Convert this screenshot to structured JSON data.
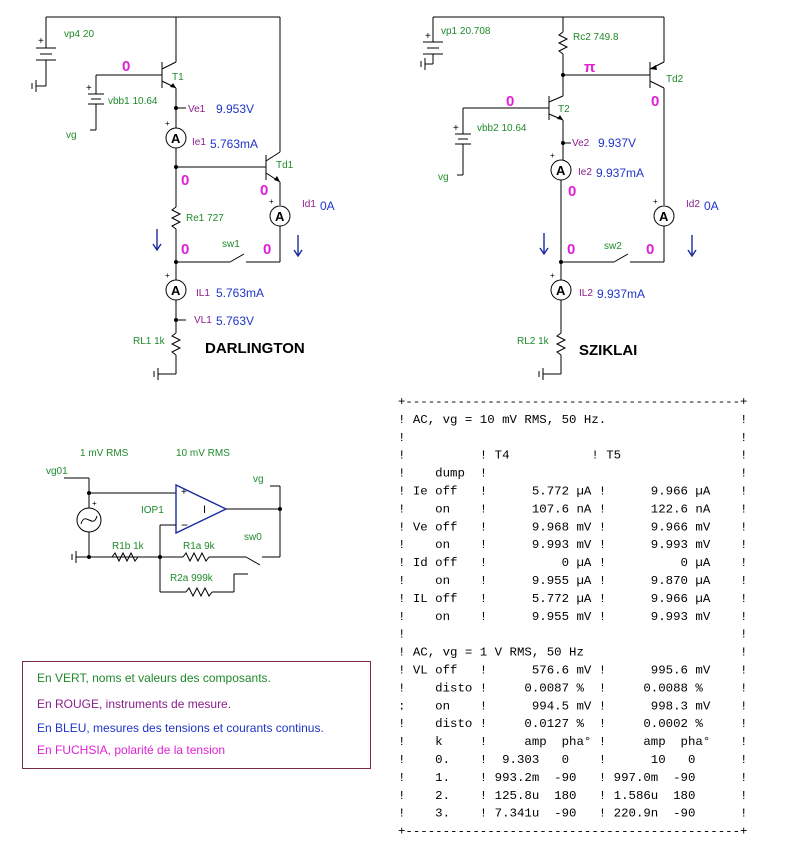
{
  "darlington": {
    "title": "DARLINGTON",
    "vp4": "vp4 20",
    "vbb1": "vbb1 10.64",
    "t1": "T1",
    "td1": "Td1",
    "vg": "vg",
    "ve1_name": "Ve1",
    "ve1_value": "9.953V",
    "ie1_name": "Ie1",
    "ie1_value": "5.763mA",
    "re1": "Re1 727",
    "id1_name": "Id1",
    "id1_value": "0A",
    "sw1": "sw1",
    "il1_name": "IL1",
    "il1_value": "5.763mA",
    "vl1_name": "VL1",
    "vl1_value": "5.763V",
    "rl1": "RL1 1k",
    "pol_base": "0",
    "pol_emitter": "0",
    "pol_td_emitter": "0",
    "pol_low_left": "0",
    "pol_low_right": "0"
  },
  "sziklai": {
    "title": "SZIKLAI",
    "vp1": "vp1 20.708",
    "rc2": "Rc2 749.8",
    "pi": "π",
    "td2": "Td2",
    "t2": "T2",
    "vbb2": "vbb2 10.64",
    "vg": "vg",
    "ve2_name": "Ve2",
    "ve2_value": "9.937V",
    "ie2_name": "Ie2",
    "ie2_value": "9.937mA",
    "id2_name": "Id2",
    "id2_value": "0A",
    "sw2": "sw2",
    "il2_name": "IL2",
    "il2_value": "9.937mA",
    "rl2": "RL2 1k",
    "pol_base": "0",
    "pol_td2": "0",
    "pol_emitter": "0",
    "pol_low_left": "0",
    "pol_low_right": "0"
  },
  "generator": {
    "vg01": "vg01",
    "mv1": "1 mV RMS",
    "mv10": "10 mV RMS",
    "vg": "vg",
    "iop1": "IOP1",
    "r1b": "R1b 1k",
    "r1a": "R1a 9k",
    "sw0": "sw0",
    "r2a": "R2a 999k"
  },
  "legend": [
    {
      "text": "En VERT, noms et valeurs des composants.",
      "color": "#1f8a2a"
    },
    {
      "text": "En ROUGE,  instruments de mesure.",
      "color": "#8b1c8b"
    },
    {
      "text": "En BLEU, mesures des tensions et courants continus.",
      "color": "#1f35c8"
    },
    {
      "text": "En FUCHSIA, polarité de la tension",
      "color": "#e020d8"
    }
  ],
  "table": {
    "lines": [
      "+---------------------------------------------+",
      "! AC, vg = 10 mV RMS, 50 Hz.                  !",
      "!                                             !",
      "!          ! T4           ! T5                !",
      "!    dump  !                                  !",
      "! Ie off   !      5.772 µA !      9.966 µA    !",
      "!    on    !      107.6 nA !      122.6 nA    !",
      "! Ve off   !      9.968 mV !      9.966 mV    !",
      "!    on    !      9.993 mV !      9.993 mV    !",
      "! Id off   !          0 µA !          0 µA    !",
      "!    on    !      9.955 µA !      9.870 µA    !",
      "! IL off   !      5.772 µA !      9.966 µA    !",
      "!    on    !      9.955 mV !      9.993 mV    !",
      "!                                             !",
      "! AC, vg = 1 V RMS, 50 Hz                     !",
      "! VL off   !      576.6 mV !      995.6 mV    !",
      "!    disto !     0.0087 %  !     0.0088 %     !",
      ":    on    !      994.5 mV !      998.3 mV    !",
      "!    disto !     0.0127 %  !     0.0002 %     !",
      "!    k     !     amp  pha° !     amp  pha°    !",
      "!    0.    !  9.303   0    !      10   0      !",
      "!    1.    ! 993.2m  -90   ! 997.0m  -90      !",
      "!    2.    ! 125.8u  180   ! 1.586u  180      !",
      "!    3.    ! 7.341u  -90   ! 220.9n  -90      !",
      "+---------------------------------------------+"
    ]
  }
}
